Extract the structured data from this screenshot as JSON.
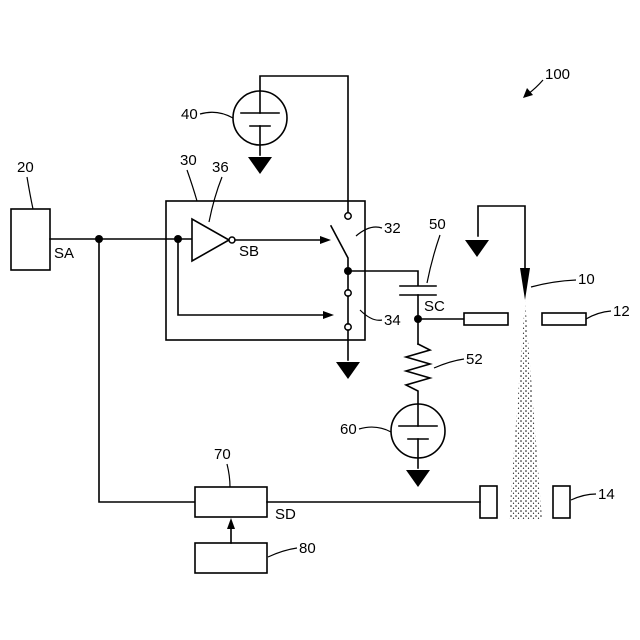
{
  "diagram": {
    "ref_100": "100",
    "ref_10": "10",
    "ref_12": "12",
    "ref_14": "14",
    "ref_20": "20",
    "ref_30": "30",
    "ref_32": "32",
    "ref_34": "34",
    "ref_36": "36",
    "ref_40": "40",
    "ref_50": "50",
    "ref_52": "52",
    "ref_60": "60",
    "ref_70": "70",
    "ref_80": "80",
    "sig_sa": "SA",
    "sig_sb": "SB",
    "sig_sc": "SC",
    "sig_sd": "SD"
  }
}
